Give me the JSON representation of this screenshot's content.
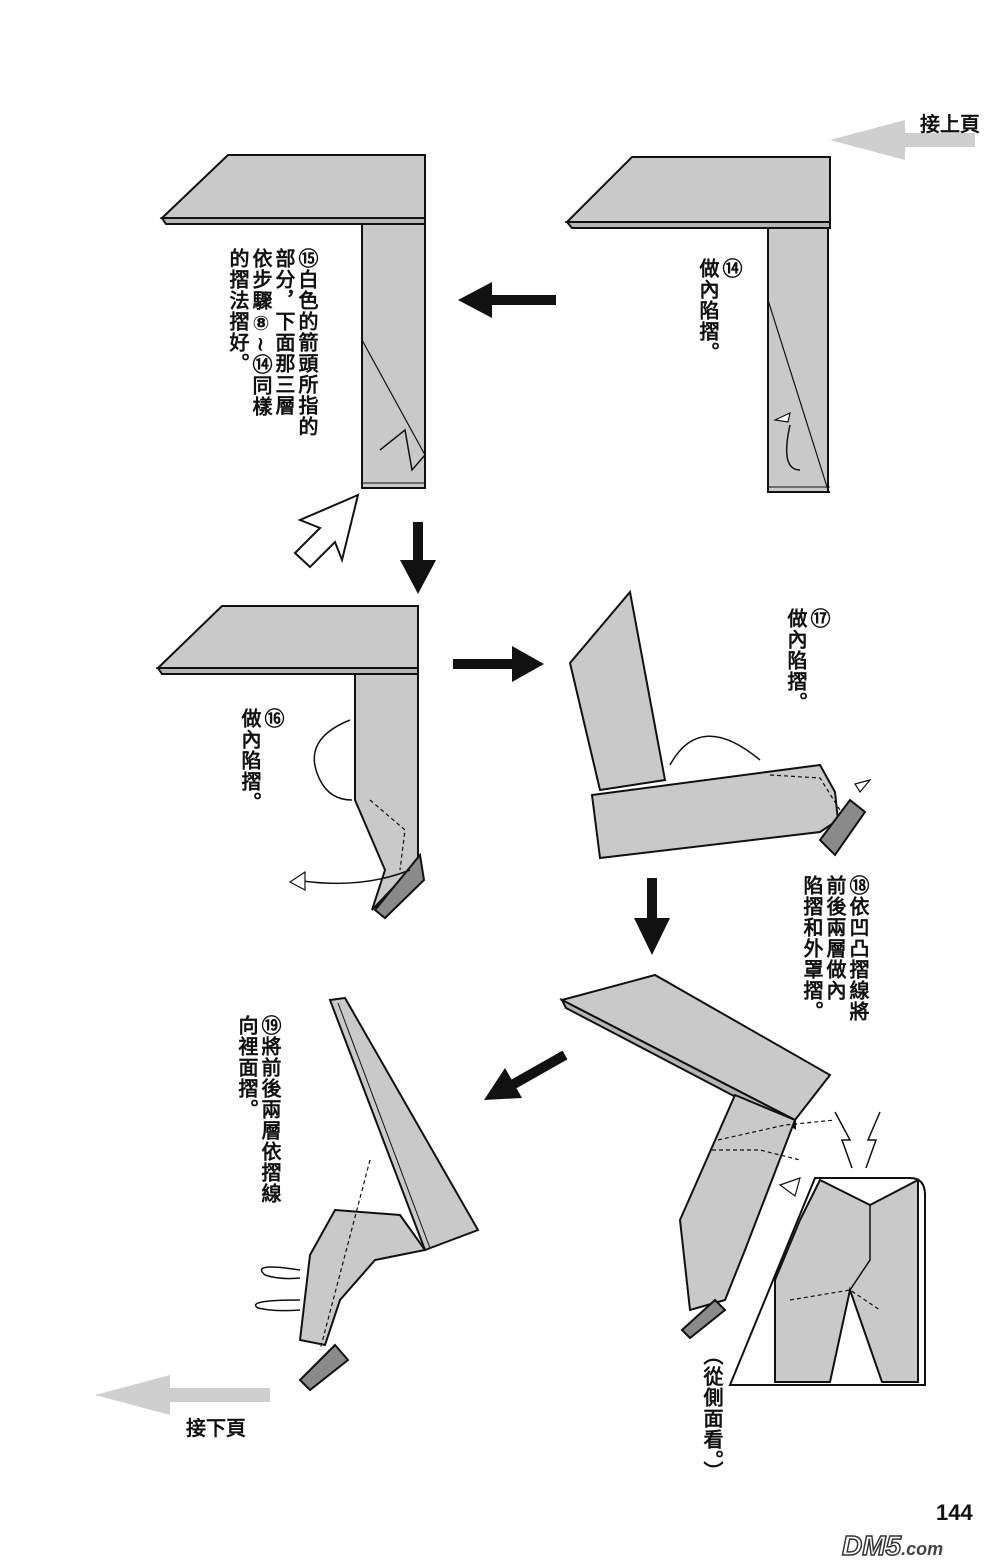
{
  "page": {
    "next_from": "接上頁",
    "continue_to": "接下頁",
    "page_number": "144",
    "watermark_main": "DM5",
    "watermark_suffix": ".com"
  },
  "steps": [
    {
      "num": "⑭",
      "lines": [
        "做內陷摺。"
      ]
    },
    {
      "num": "⑮",
      "lines": [
        "白色的箭頭所指的",
        "部分，下面那三層",
        "依步驟⑧~⑭同樣",
        "的摺法摺好。"
      ]
    },
    {
      "num": "⑯",
      "lines": [
        "做內陷摺。"
      ]
    },
    {
      "num": "⑰",
      "lines": [
        "做內陷摺。"
      ]
    },
    {
      "num": "⑱",
      "lines": [
        "依凹凸摺線將",
        "前後兩層做內",
        "陷摺和外罩摺。"
      ]
    },
    {
      "num": "⑲",
      "lines": [
        "將前後兩層依摺線",
        "向裡面摺。"
      ]
    }
  ],
  "side_view_note": "（從側面看。）",
  "colors": {
    "paper": "#c9c9c9",
    "paper_dark": "#a9a9a9",
    "ink": "#111111",
    "arrow_light": "#cfcfcf"
  }
}
